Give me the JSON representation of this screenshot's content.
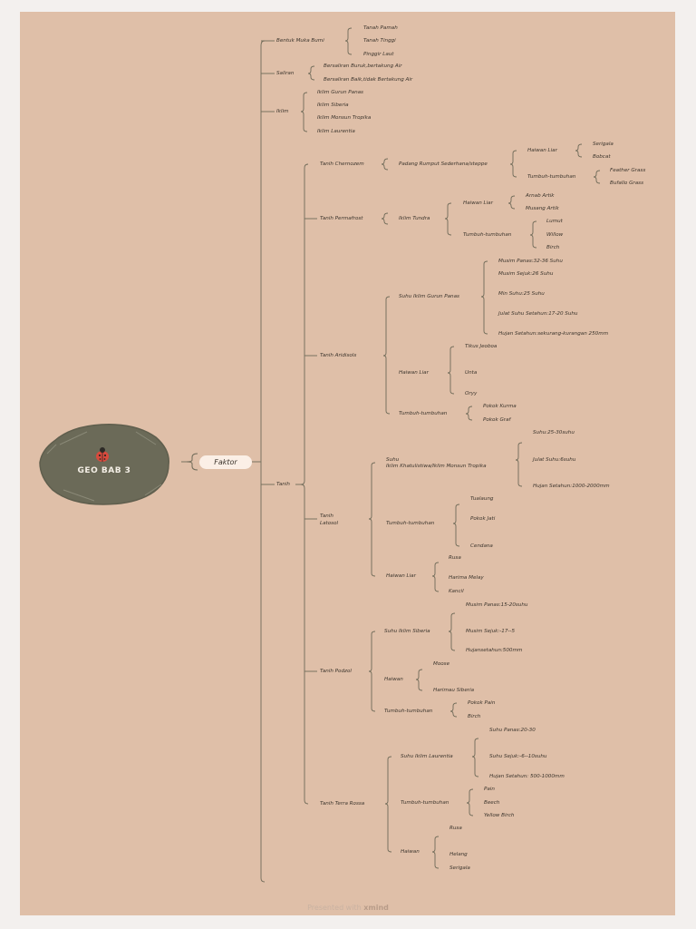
{
  "root": {
    "label": "GEO BAB 3",
    "icon": "ladybug-icon"
  },
  "faktor": "Faktor",
  "footer": {
    "prefix": "Presented with ",
    "brand": "xmind"
  },
  "colors": {
    "background": "#dfbfa8",
    "root": "#6b6a58",
    "line": "#6f6a58",
    "text": "#3b342c"
  },
  "nodes": [
    {
      "id": "bentuk",
      "label": "Bentuk Muka Bumi"
    },
    {
      "id": "tanah-pamah",
      "label": "Tanah Pamah"
    },
    {
      "id": "tanah-tinggi",
      "label": "Tanah Tinggi"
    },
    {
      "id": "pinggir-laut",
      "label": "Pinggir Laut"
    },
    {
      "id": "saliran",
      "label": "Saliran"
    },
    {
      "id": "saliran-1",
      "label": "Bersaliran Buruk,bertakung Air"
    },
    {
      "id": "saliran-2",
      "label": "Bersaliran Baik,tidak Bertakung Air"
    },
    {
      "id": "iklim",
      "label": "Iklim"
    },
    {
      "id": "iklim-1",
      "label": "Iklim Gurun Panas"
    },
    {
      "id": "iklim-2",
      "label": "Iklim Siberia"
    },
    {
      "id": "iklim-3",
      "label": "Iklim Monsun Tropika"
    },
    {
      "id": "iklim-4",
      "label": "Iklim Laurentia"
    },
    {
      "id": "tanih",
      "label": "Tanih"
    },
    {
      "id": "chernozem",
      "label": "Tanih Chernozem"
    },
    {
      "id": "padang",
      "label": "Padang Rumput Sederhana/steppe"
    },
    {
      "id": "ch-haiwan",
      "label": "Haiwan Liar"
    },
    {
      "id": "serigala1",
      "label": "Serigala"
    },
    {
      "id": "bobcat",
      "label": "Bobcat"
    },
    {
      "id": "ch-tumbuh",
      "label": "Tumbuh-tumbuhan"
    },
    {
      "id": "feather",
      "label": "Feather Grass"
    },
    {
      "id": "bufallo",
      "label": "Bufallo Grass"
    },
    {
      "id": "permafrost",
      "label": "Tanih Permafrost"
    },
    {
      "id": "tundra",
      "label": "Iklim Tundra"
    },
    {
      "id": "pf-haiwan",
      "label": "Haiwan Liar"
    },
    {
      "id": "arnab",
      "label": "Arnab Artik"
    },
    {
      "id": "musang",
      "label": "Musang Artik"
    },
    {
      "id": "pf-tumbuh",
      "label": "Tumbuh-tumbuhan"
    },
    {
      "id": "lumut",
      "label": "Lumut"
    },
    {
      "id": "willow",
      "label": "Willow"
    },
    {
      "id": "birch1",
      "label": "Birch"
    },
    {
      "id": "aridisols",
      "label": "Tanih Aridisols"
    },
    {
      "id": "ar-suhu",
      "label": "Suhu Iklim Gurun Panas"
    },
    {
      "id": "ar-s1",
      "label": "Musim Panas:32-36 Suhu"
    },
    {
      "id": "ar-s2",
      "label": "Musim Sejuk:26 Suhu"
    },
    {
      "id": "ar-s3",
      "label": "Min Suhu:25 Suhu"
    },
    {
      "id": "ar-s4",
      "label": "Julat Suhu Setahun:17-20 Suhu"
    },
    {
      "id": "ar-s5",
      "label": "Hujan Setahun:sekurang-kurangan 250mm"
    },
    {
      "id": "ar-haiwan",
      "label": "Haiwan Liar"
    },
    {
      "id": "tikus",
      "label": "Tikus Jeoboa"
    },
    {
      "id": "unta",
      "label": "Unta"
    },
    {
      "id": "oryy",
      "label": "Oryy"
    },
    {
      "id": "ar-tumbuh",
      "label": "Tumbuh-tumbuhan"
    },
    {
      "id": "kurma",
      "label": "Pokok Kurma"
    },
    {
      "id": "graf",
      "label": "Pokok Graf"
    },
    {
      "id": "latosol-1",
      "label": "Tanih"
    },
    {
      "id": "latosol-2",
      "label": "Latosol"
    },
    {
      "id": "la-suhu-1",
      "label": "Suhu"
    },
    {
      "id": "la-suhu-2",
      "label": "Iklim Khatulistiwa/Iklim Monsun Tropika"
    },
    {
      "id": "la-s1",
      "label": "Suhu:25-30suhu"
    },
    {
      "id": "la-s2",
      "label": "Julat Suhu:6suhu"
    },
    {
      "id": "la-s3",
      "label": "Hujan Setahun:1000-2000mm"
    },
    {
      "id": "la-tumbuh",
      "label": "Tumbuh-tumbuhan"
    },
    {
      "id": "tualang",
      "label": "Tualaung"
    },
    {
      "id": "jati",
      "label": "Pokok Jati"
    },
    {
      "id": "cendana",
      "label": "Cendana"
    },
    {
      "id": "la-haiwan",
      "label": "Haiwan Liar"
    },
    {
      "id": "rusa1",
      "label": "Rusa"
    },
    {
      "id": "harimau1",
      "label": "Harima Melay"
    },
    {
      "id": "kancil",
      "label": "Kancil"
    },
    {
      "id": "podzol",
      "label": "Tanih Podzol"
    },
    {
      "id": "po-suhu",
      "label": "Suhu Iklim Siberia"
    },
    {
      "id": "po-s1",
      "label": "Musim Panas:15-20suhu"
    },
    {
      "id": "po-s2",
      "label": "Musim Sejuk:-17--5"
    },
    {
      "id": "po-s3",
      "label": "Hujansetahun:500mm"
    },
    {
      "id": "po-haiwan",
      "label": "Haiwan"
    },
    {
      "id": "moose",
      "label": "Moose"
    },
    {
      "id": "harimau2",
      "label": "Harimau Siberia"
    },
    {
      "id": "po-tumbuh",
      "label": "Tumbuh-tumbuhan"
    },
    {
      "id": "pain1",
      "label": "Pokok Pain"
    },
    {
      "id": "birch2",
      "label": "Birch"
    },
    {
      "id": "terra",
      "label": "Tanih Terra Rossa"
    },
    {
      "id": "te-suhu",
      "label": "Suhu Iklim Laurentia"
    },
    {
      "id": "te-s1",
      "label": "Suhu Panas:20-30"
    },
    {
      "id": "te-s2",
      "label": "Suhu Sejuk:-6--10suhu"
    },
    {
      "id": "te-s3",
      "label": "Hujan Setahun:  500-1000mm"
    },
    {
      "id": "te-tumbuh",
      "label": "Tumbuh-tumbuhan"
    },
    {
      "id": "pain2",
      "label": "Pain"
    },
    {
      "id": "beech",
      "label": "Beech"
    },
    {
      "id": "yellowbirch",
      "label": "Yellow Birch"
    },
    {
      "id": "te-haiwan",
      "label": "Haiwan"
    },
    {
      "id": "rusa2",
      "label": "Rusa"
    },
    {
      "id": "helang",
      "label": "Helang"
    },
    {
      "id": "serigala2",
      "label": "Serigala"
    }
  ]
}
